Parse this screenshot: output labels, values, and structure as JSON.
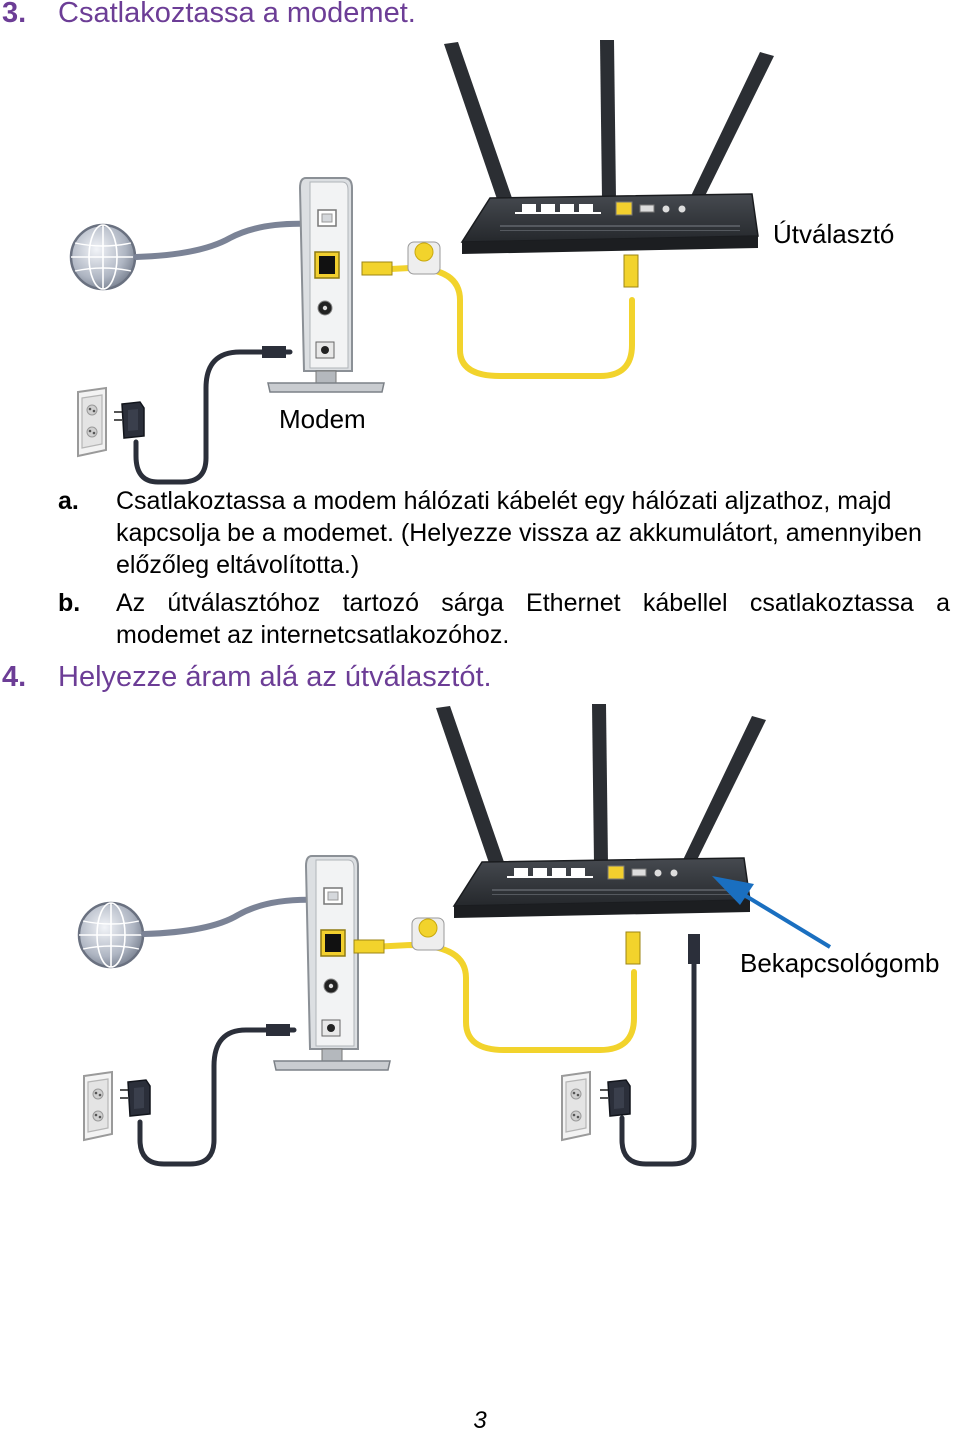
{
  "step3": {
    "number": "3.",
    "title": "Csatlakoztassa a modemet."
  },
  "figure1": {
    "router_label": "Útválasztó",
    "modem_label": "Modem"
  },
  "substeps": [
    {
      "letter": "a.",
      "text": "Csatlakoztassa a modem hálózati kábelét egy hálózati aljzathoz, majd kapcsolja be a modemet. (Helyezze vissza az akkumulátort, amennyiben előzőleg eltávolította.)"
    },
    {
      "letter": "b.",
      "text": "Az útválasztóhoz tartozó sárga Ethernet kábellel csatlakoztassa a modemet az internetcsatlakozóhoz."
    }
  ],
  "step4": {
    "number": "4.",
    "title": "Helyezze áram alá az útválasztót."
  },
  "figure2": {
    "power_button_label": "Bekapcsológomb"
  },
  "colors": {
    "heading": "#6c3d96",
    "ethernet_cable": "#f2d32c",
    "callout_arrow": "#1a6fc0",
    "router_body": "#2e3135"
  },
  "page": {
    "number": "3"
  }
}
